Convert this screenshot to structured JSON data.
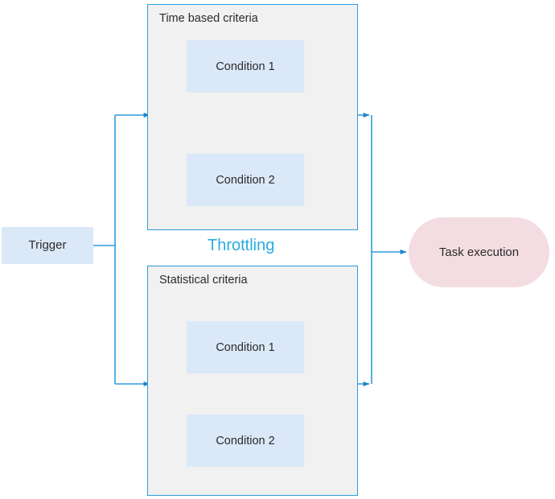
{
  "diagram": {
    "title_label": "Throttling",
    "accent_blue": "#2d9cdb",
    "label_blue": "#29ABE2",
    "node_fill_blue": "#dbe8f8",
    "container_fill_gray": "#f1f1f1",
    "task_fill_pink": "#f4dde2",
    "text_color": "#2b2b2b"
  },
  "nodes": {
    "trigger": {
      "label": "Trigger",
      "shape": "rectangle",
      "fill": "#dbe8f8"
    },
    "task_execution": {
      "label": "Task execution",
      "shape": "stadium",
      "fill": "#f4dde2"
    }
  },
  "groups": [
    {
      "id": "time-based-criteria",
      "title": "Time based criteria",
      "conditions": [
        {
          "label": "Condition 1"
        },
        {
          "label": "Condition 2"
        }
      ]
    },
    {
      "id": "statistical-criteria",
      "title": "Statistical criteria",
      "conditions": [
        {
          "label": "Condition 1"
        },
        {
          "label": "Condition 2"
        }
      ]
    }
  ],
  "edges": [
    {
      "from": "trigger",
      "to": "time-based-criteria"
    },
    {
      "from": "trigger",
      "to": "statistical-criteria"
    },
    {
      "from": "time-based-criteria",
      "to": "task_execution"
    },
    {
      "from": "statistical-criteria",
      "to": "task_execution"
    }
  ]
}
